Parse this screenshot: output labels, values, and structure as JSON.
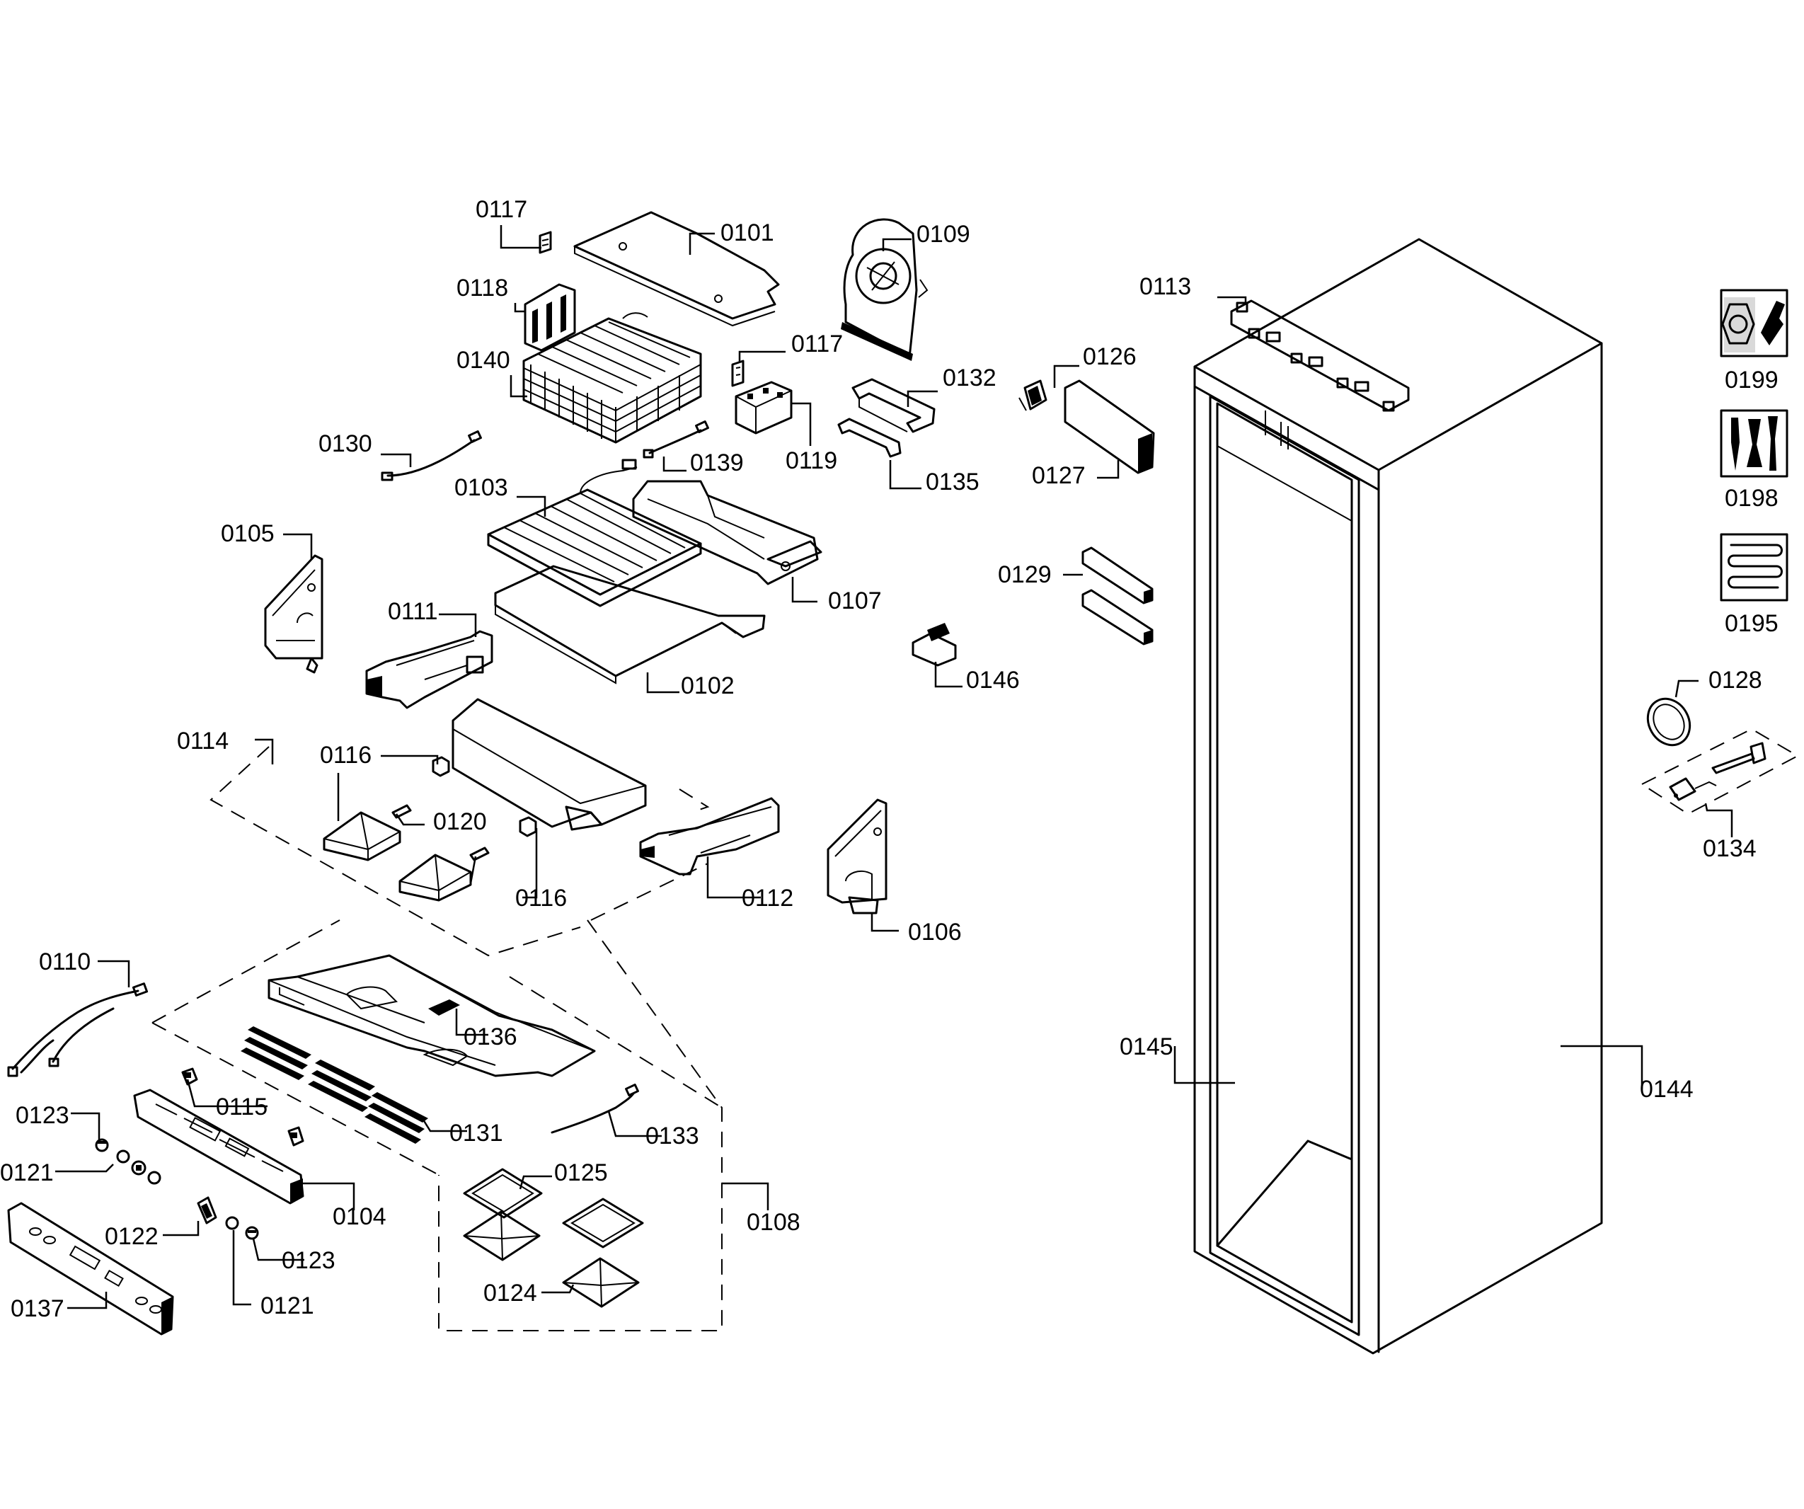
{
  "labels": {
    "l0117a": "0117",
    "l0101": "0101",
    "l0109": "0109",
    "l0118": "0118",
    "l0140": "0140",
    "l0117b": "0117",
    "l0132": "0132",
    "l0126": "0126",
    "l0113": "0113",
    "l0130": "0130",
    "l0139": "0139",
    "l0119": "0119",
    "l0135": "0135",
    "l0127": "0127",
    "l0103": "0103",
    "l0105": "0105",
    "l0107": "0107",
    "l0129": "0129",
    "l0111": "0111",
    "l0102": "0102",
    "l0146": "0146",
    "l0114": "0114",
    "l0116a": "0116",
    "l0120": "0120",
    "l0116b": "0116",
    "l0112": "0112",
    "l0106": "0106",
    "l0110": "0110",
    "l0136": "0136",
    "l0145": "0145",
    "l0144": "0144",
    "l0123a": "0123",
    "l0115": "0115",
    "l0131": "0131",
    "l0133": "0133",
    "l0121a": "0121",
    "l0125": "0125",
    "l0104": "0104",
    "l0108": "0108",
    "l0122": "0122",
    "l0123b": "0123",
    "l0124": "0124",
    "l0137": "0137",
    "l0121b": "0121",
    "l0199": "0199",
    "l0198": "0198",
    "l0195": "0195",
    "l0128": "0128",
    "l0134": "0134"
  }
}
